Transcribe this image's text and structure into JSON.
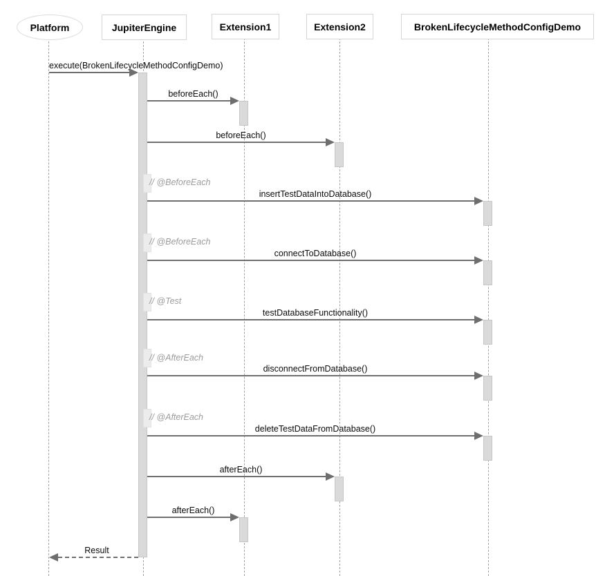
{
  "diagram_type": "uml-sequence-diagram",
  "participants": [
    {
      "name": "Platform",
      "shape": "ellipse"
    },
    {
      "name": "JupiterEngine",
      "shape": "rect"
    },
    {
      "name": "Extension1",
      "shape": "rect"
    },
    {
      "name": "Extension2",
      "shape": "rect"
    },
    {
      "name": "BrokenLifecycleMethodConfigDemo",
      "shape": "rect"
    }
  ],
  "messages": [
    {
      "from": "Platform",
      "to": "JupiterEngine",
      "label": "execute(BrokenLifecycleMethodConfigDemo)",
      "style": "solid"
    },
    {
      "from": "JupiterEngine",
      "to": "Extension1",
      "label": "beforeEach()",
      "style": "solid"
    },
    {
      "from": "JupiterEngine",
      "to": "Extension2",
      "label": "beforeEach()",
      "style": "solid"
    },
    {
      "from": "JupiterEngine",
      "to": "BrokenLifecycleMethodConfigDemo",
      "label": "insertTestDataIntoDatabase()",
      "style": "solid",
      "comment": "// @BeforeEach"
    },
    {
      "from": "JupiterEngine",
      "to": "BrokenLifecycleMethodConfigDemo",
      "label": "connectToDatabase()",
      "style": "solid",
      "comment": "// @BeforeEach"
    },
    {
      "from": "JupiterEngine",
      "to": "BrokenLifecycleMethodConfigDemo",
      "label": "testDatabaseFunctionality()",
      "style": "solid",
      "comment": "// @Test"
    },
    {
      "from": "JupiterEngine",
      "to": "BrokenLifecycleMethodConfigDemo",
      "label": "disconnectFromDatabase()",
      "style": "solid",
      "comment": "// @AfterEach"
    },
    {
      "from": "JupiterEngine",
      "to": "BrokenLifecycleMethodConfigDemo",
      "label": "deleteTestDataFromDatabase()",
      "style": "solid",
      "comment": "// @AfterEach"
    },
    {
      "from": "JupiterEngine",
      "to": "Extension2",
      "label": "afterEach()",
      "style": "solid"
    },
    {
      "from": "JupiterEngine",
      "to": "Extension1",
      "label": "afterEach()",
      "style": "solid"
    },
    {
      "from": "JupiterEngine",
      "to": "Platform",
      "label": "Result",
      "style": "dashed-return"
    }
  ],
  "colors": {
    "arrow": "#6e6e6e",
    "activation_fill": "#dadada",
    "activation_border": "#c6c6c6",
    "lifeline": "#a3a3a3",
    "comment_text": "#9c9c9c",
    "participant_border": "#d6d6d6",
    "label_text": "#0a0a0a",
    "background": "#ffffff"
  }
}
